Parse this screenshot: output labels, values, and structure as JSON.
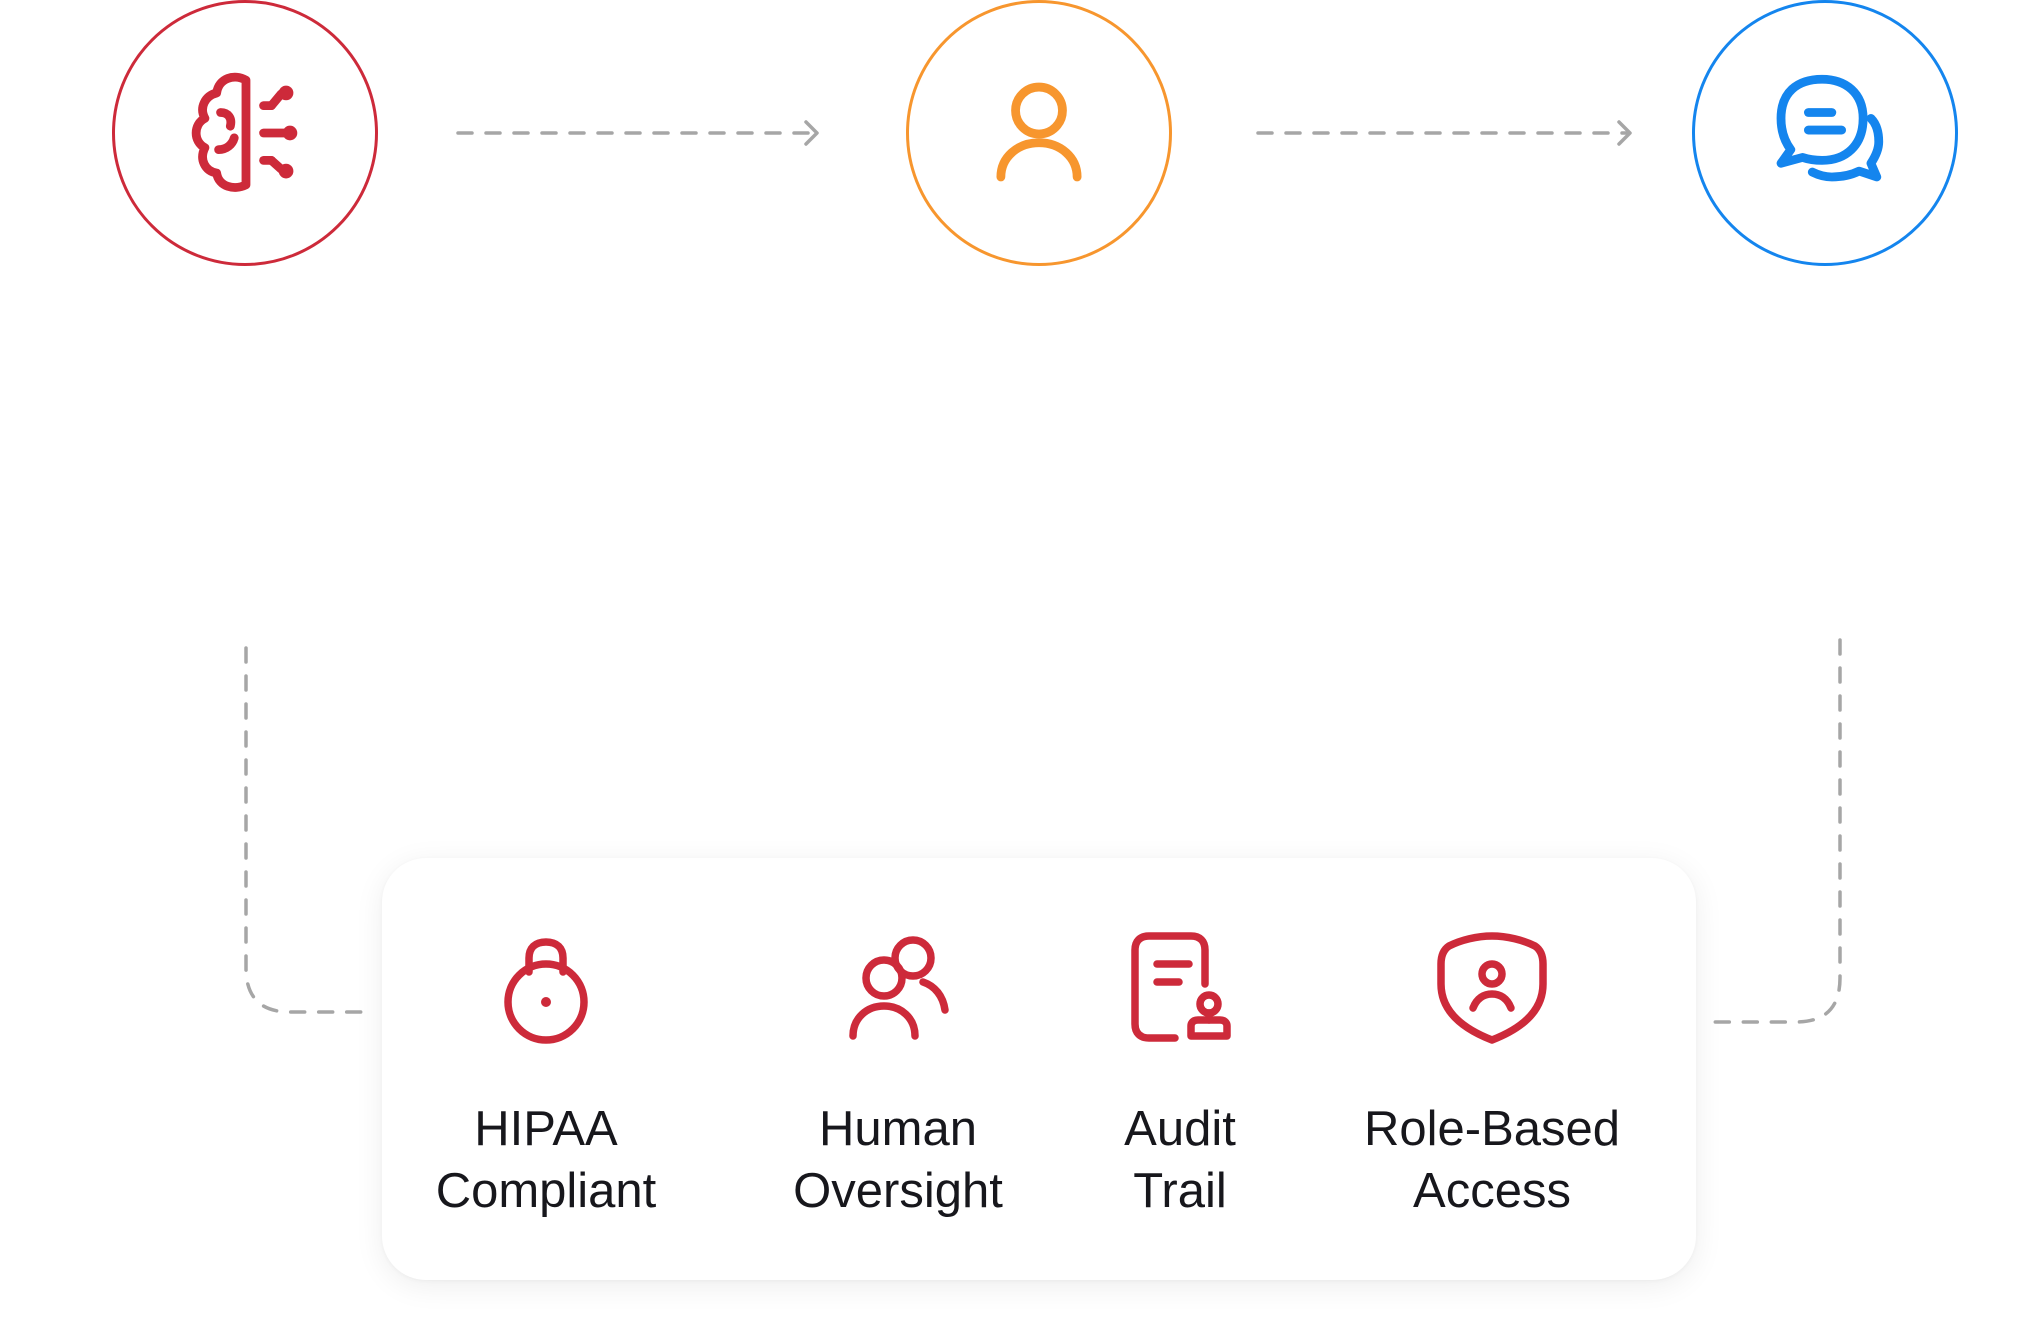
{
  "colors": {
    "red": "#cd2a3a",
    "orange": "#f7962e",
    "blue": "#1485ee",
    "connector": "#a6a6a6",
    "text": "#17171c"
  },
  "nodes": [
    {
      "icon": "brain-circuit-icon",
      "color": "red"
    },
    {
      "icon": "user-icon",
      "color": "orange"
    },
    {
      "icon": "chat-bubbles-icon",
      "color": "blue"
    }
  ],
  "features": [
    {
      "icon": "padlock-icon",
      "label": "HIPAA\nCompliant"
    },
    {
      "icon": "users-icon",
      "label": "Human\nOversight"
    },
    {
      "icon": "document-stamp-icon",
      "label": "Audit\nTrail"
    },
    {
      "icon": "shield-user-icon",
      "label": "Role-Based\nAccess"
    }
  ]
}
